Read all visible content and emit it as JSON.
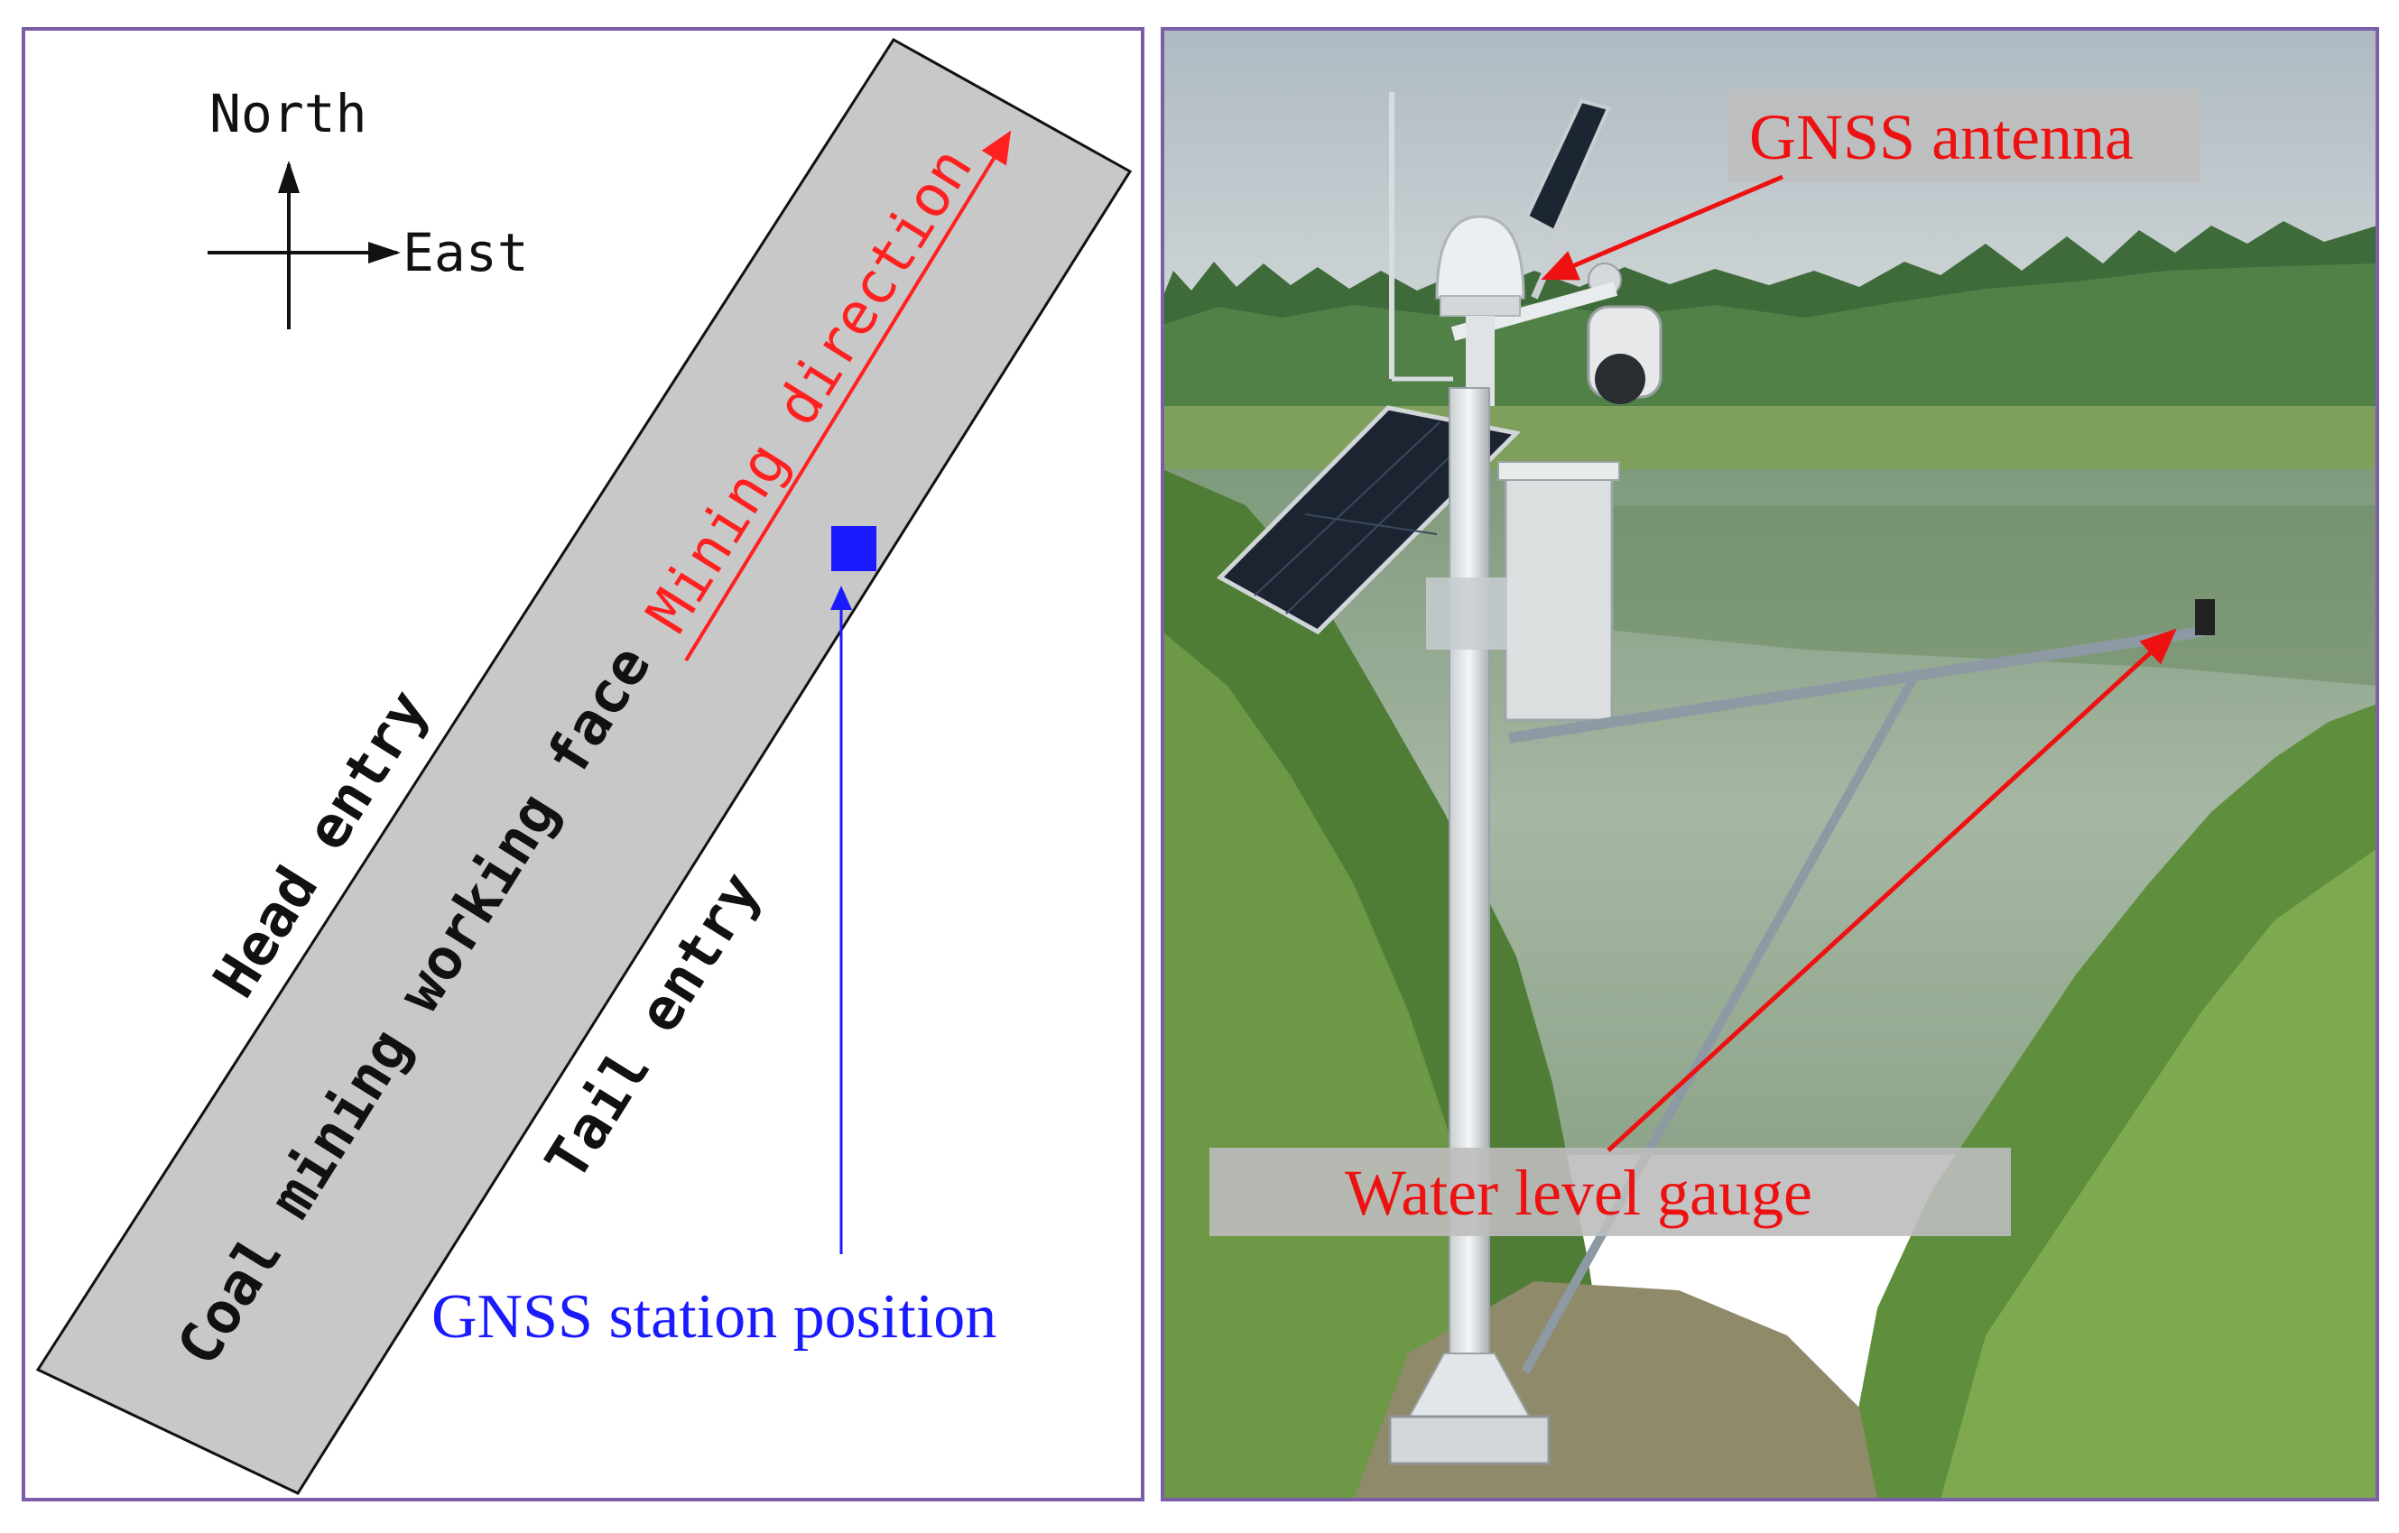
{
  "left_panel": {
    "compass": {
      "north": "North",
      "east": "East"
    },
    "labels": {
      "mining_direction": "Mining direction",
      "head_entry": "Head entry",
      "working_face": "Coal mining working face",
      "tail_entry": "Tail entry",
      "gnss_station": "GNSS station position"
    },
    "colors": {
      "frame": "#7b5ea7",
      "panel_fill": "#c8c8c8",
      "direction": "#ff2020",
      "station": "#1a1aff"
    }
  },
  "right_panel": {
    "labels": {
      "gnss_antenna": "GNSS antenna",
      "water_level_gauge": "Water level gauge"
    },
    "colors": {
      "annotation": "#ee1111",
      "label_box": "#bdbdbd"
    }
  }
}
